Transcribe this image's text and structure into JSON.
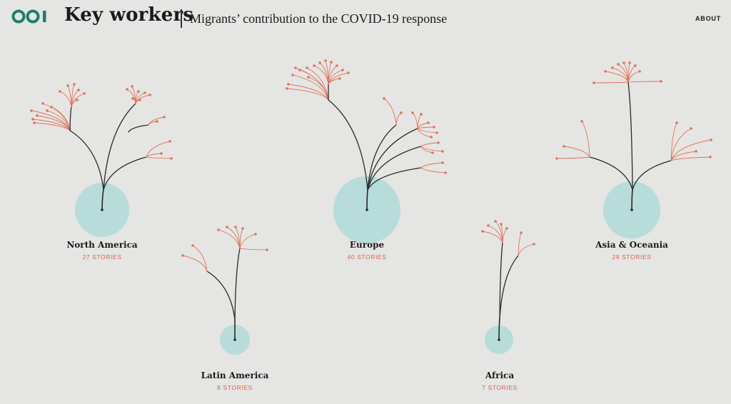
{
  "header": {
    "logo_icon": "odi-logo-icon",
    "title": "Key workers",
    "subtitle": "Migrants’ contribution to the COVID-19 response",
    "about_label": "ABOUT"
  },
  "colors": {
    "background": "#e5e5e3",
    "brand": "#1f7e6b",
    "bubble": "#b7dcd9",
    "branch": "#2a2a2a",
    "twig": "#e0735b",
    "accent_text": "#d9624a"
  },
  "regions": [
    {
      "name": "North America",
      "count_label": "27 STORIES",
      "stories": 27
    },
    {
      "name": "Europe",
      "count_label": "40 STORIES",
      "stories": 40
    },
    {
      "name": "Asia & Oceania",
      "count_label": "29 STORIES",
      "stories": 29
    },
    {
      "name": "Latin America",
      "count_label": "8 STORIES",
      "stories": 8
    },
    {
      "name": "Africa",
      "count_label": "7 STORIES",
      "stories": 7
    }
  ]
}
